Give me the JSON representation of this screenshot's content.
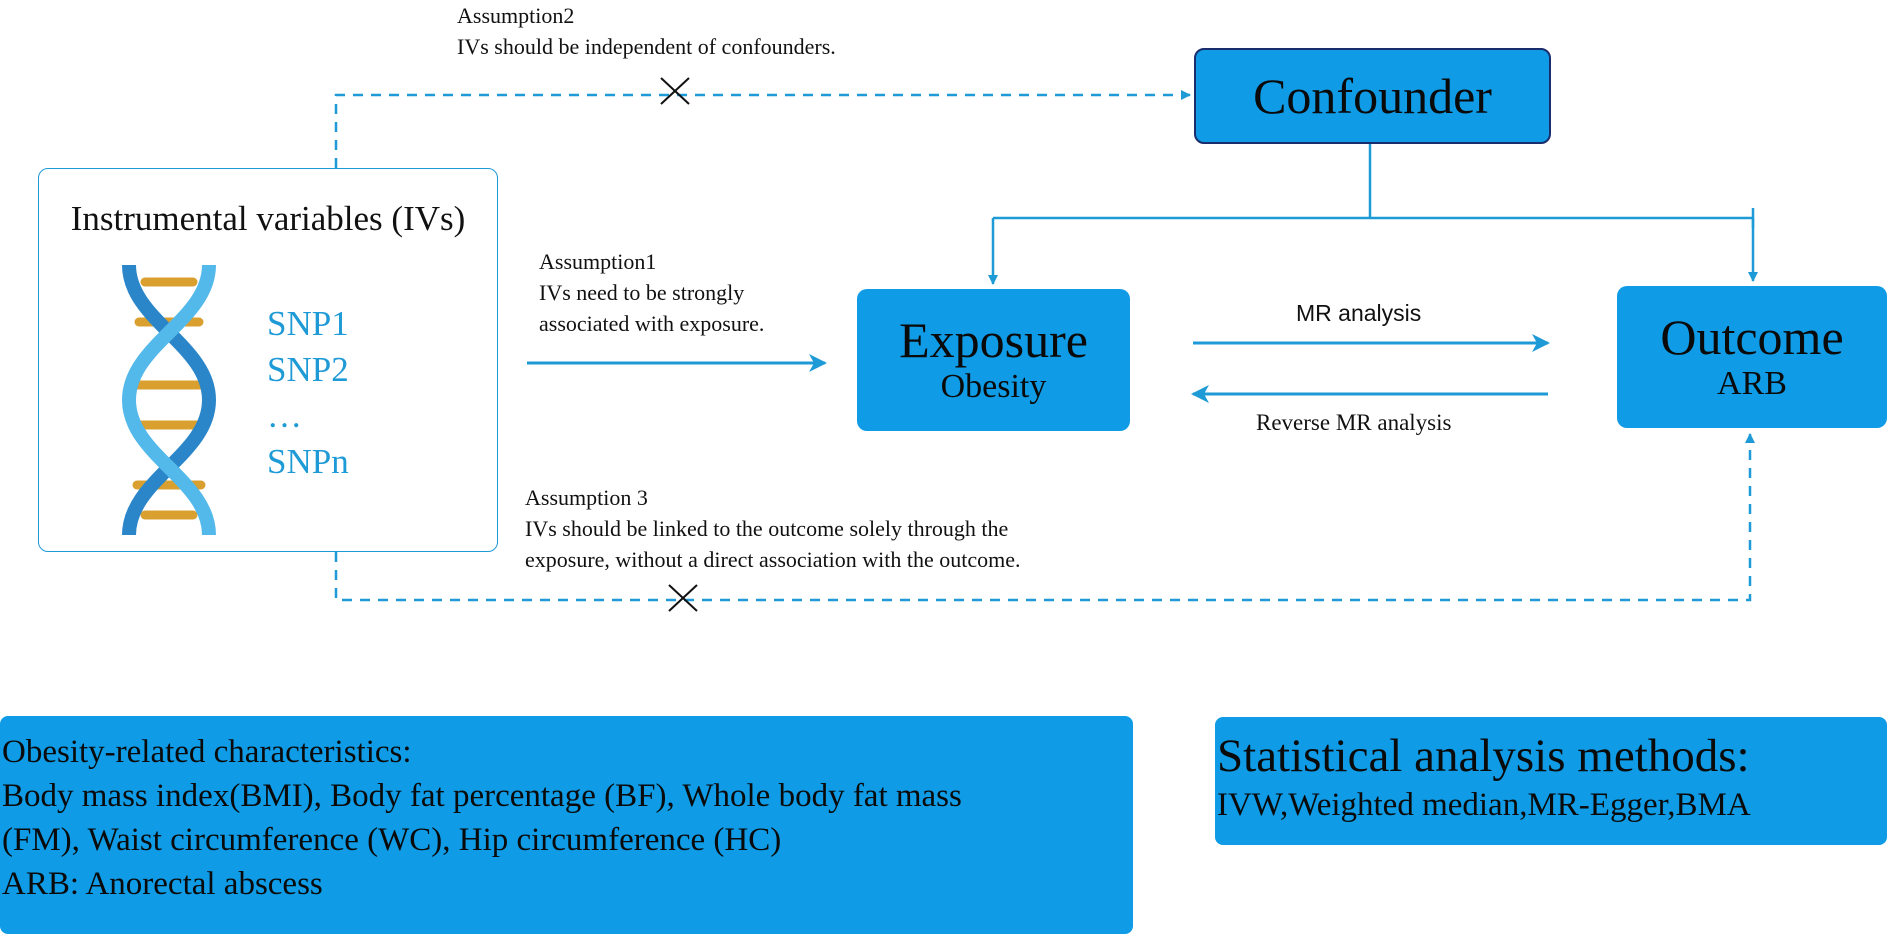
{
  "assumption2": {
    "title": "Assumption2",
    "text": "IVs should be independent of confounders."
  },
  "assumption1": {
    "title": "Assumption1",
    "line1": "IVs need to be strongly",
    "line2": "associated with exposure."
  },
  "assumption3": {
    "title": "Assumption 3",
    "line1": "IVs should be linked to the outcome solely through the",
    "line2": "exposure, without a direct association with the outcome."
  },
  "iv_box": {
    "title": "Instrumental variables (IVs)",
    "snps": [
      "SNP1",
      "SNP2",
      "…",
      "SNPn"
    ]
  },
  "confounder": {
    "label": "Confounder"
  },
  "exposure": {
    "label": "Exposure",
    "sub": "Obesity"
  },
  "outcome": {
    "label": "Outcome",
    "sub": "ARB"
  },
  "arrows": {
    "forward": "MR analysis",
    "reverse": "Reverse MR analysis"
  },
  "characteristics": {
    "lines": [
      "Obesity-related characteristics:",
      "Body mass index(BMI), Body fat percentage (BF), Whole body fat mass",
      "(FM), Waist circumference (WC), Hip circumference (HC)",
      "ARB: Anorectal abscess"
    ]
  },
  "methods": {
    "title": "Statistical analysis methods:",
    "list": "IVW,Weighted median,MR-Egger,BMA"
  },
  "colors": {
    "box_fill": "#0f9be5",
    "line": "#1e9ad6",
    "helix_blue": "#2a86c9",
    "helix_gold": "#d9a02f"
  }
}
